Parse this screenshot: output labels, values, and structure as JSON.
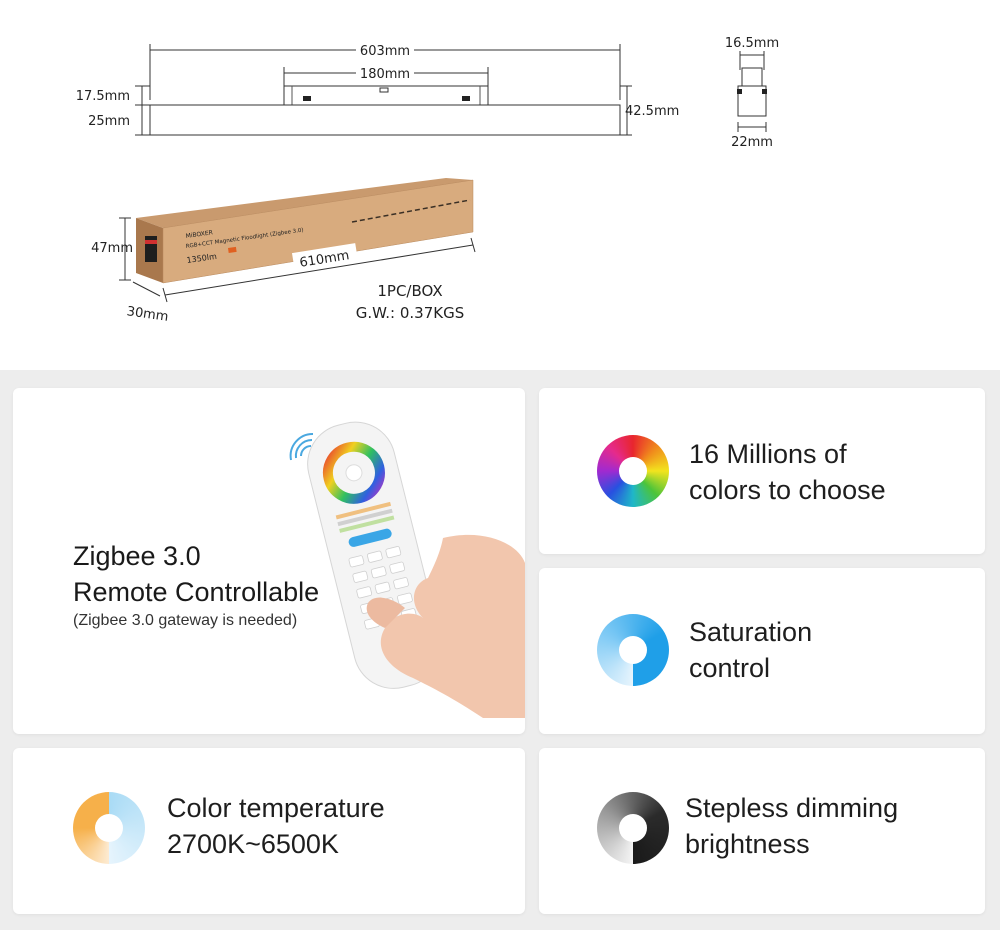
{
  "dimensions": {
    "length": "603mm",
    "bracket_spacing": "180mm",
    "bracket_height": "17.5mm",
    "body_height": "25mm",
    "total_height": "42.5mm",
    "top_width": "16.5mm",
    "bottom_width": "22mm"
  },
  "box": {
    "height": "47mm",
    "length": "610mm",
    "depth": "30mm",
    "quantity": "1PC/BOX",
    "weight": "G.W.: 0.37KGS",
    "brand": "MiBOXER",
    "product_label": "RGB+CCT Magnetic Floodlight (Zigbee 3.0)",
    "lumen_label": "1350lm"
  },
  "features": {
    "zigbee": {
      "title_line1": "Zigbee 3.0",
      "title_line2": "Remote Controllable",
      "note": "(Zigbee 3.0 gateway is needed)"
    },
    "colors": {
      "line1": "16 Millions of",
      "line2": "colors to choose"
    },
    "saturation": {
      "line1": "Saturation",
      "line2": "control"
    },
    "temperature": {
      "line1": "Color temperature",
      "line2": "2700K~6500K"
    },
    "dimming": {
      "line1": "Stepless dimming",
      "line2": "brightness"
    }
  },
  "colors": {
    "panel_bg": "#ededed",
    "saturation_blue": "#2aa6ea",
    "temp_warm": "#f6b04a",
    "temp_cool": "#8fd0f2",
    "dimming_dark": "#2b2b2b"
  }
}
